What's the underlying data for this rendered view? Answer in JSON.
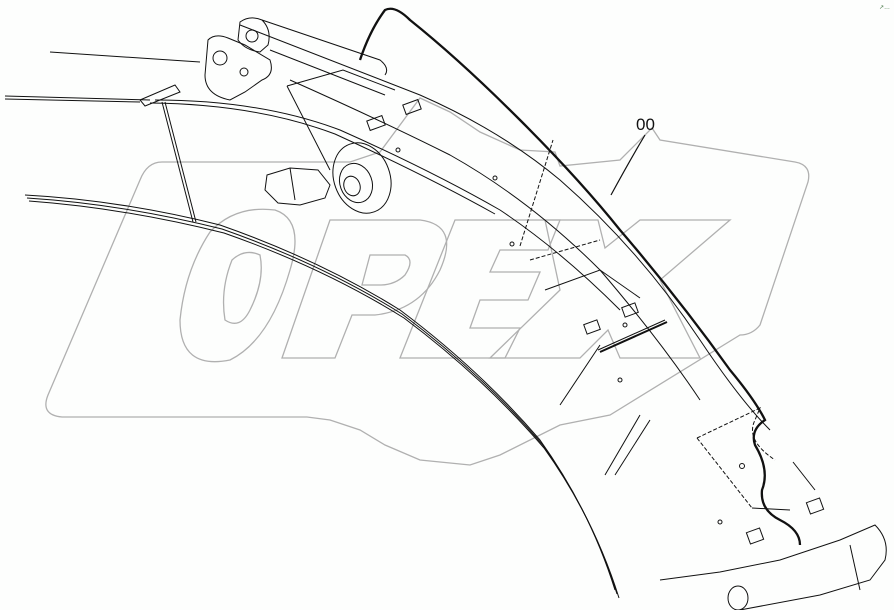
{
  "diagram": {
    "type": "exploded parts diagram",
    "subject": "excavator boom with wiring harness",
    "watermark": {
      "text": "OPEX",
      "color": "#b0b0b0"
    },
    "callouts": [
      {
        "label": "00",
        "target": "wiring-harness"
      }
    ],
    "corner_mark": "↗…",
    "colors": {
      "line": "#111111",
      "watermark": "#b0b0b0",
      "background": "#fdfefd"
    }
  }
}
